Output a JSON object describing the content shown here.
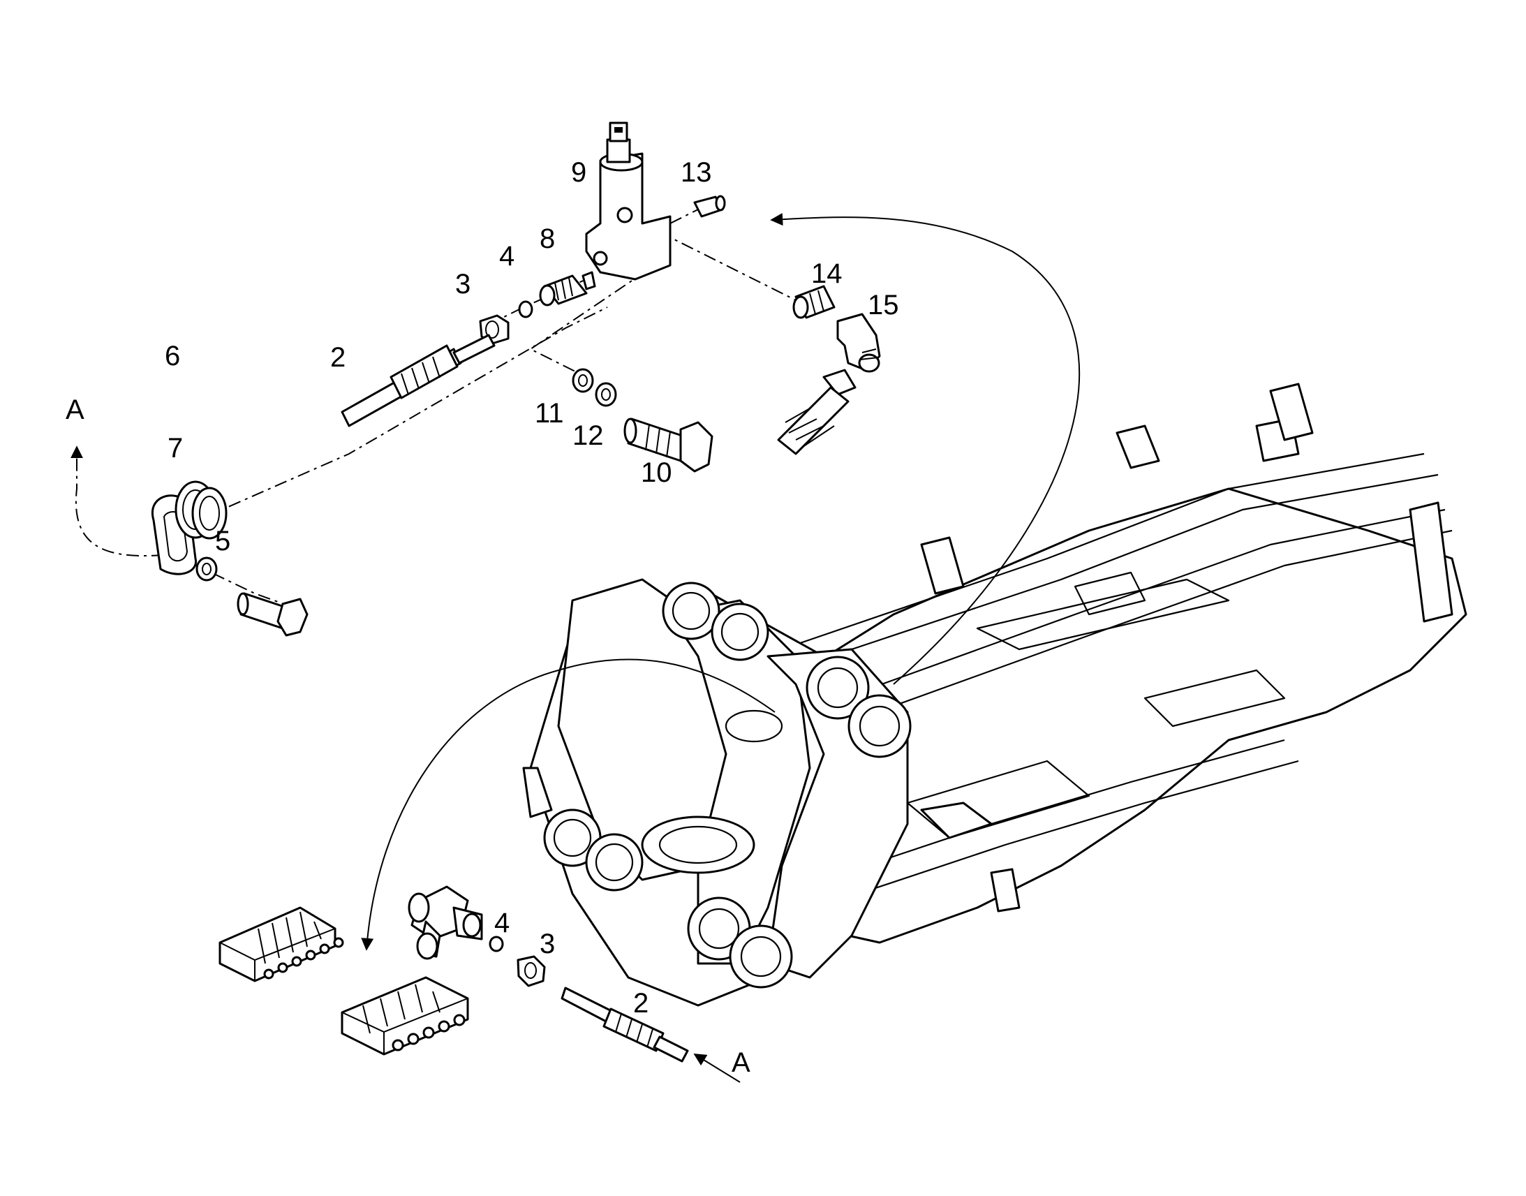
{
  "callouts": {
    "c9": "9",
    "c13": "13",
    "c8": "8",
    "c4_top": "4",
    "c3_top": "3",
    "c14": "14",
    "c15": "15",
    "c6": "6",
    "c2_top": "2",
    "cA_left": "A",
    "c11": "11",
    "c12": "12",
    "c10": "10",
    "c7": "7",
    "c5": "5",
    "c4_bottom": "4",
    "c3_bottom": "3",
    "c2_bottom": "2",
    "cA_bottom": "A"
  }
}
